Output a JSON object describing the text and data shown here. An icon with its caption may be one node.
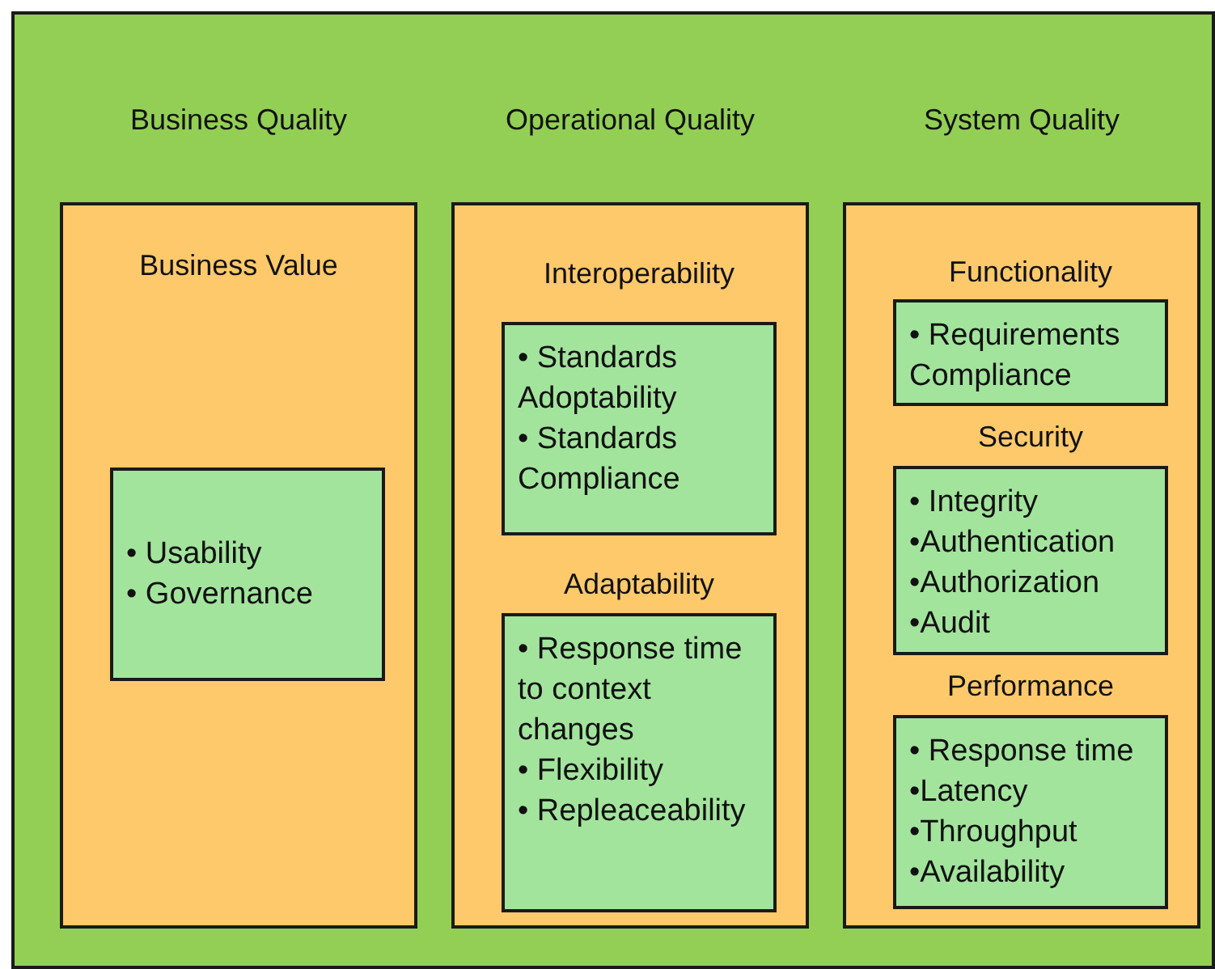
{
  "diagram": {
    "nodes": [
      {
        "text": [],
        "shape": "box"
      },
      {
        "text": [
          "Business Quality",
          "Business Value"
        ],
        "in": 0
      },
      {
        "text": [
          "• Usability",
          "• Governance"
        ],
        "in": 1
      },
      {
        "text": [
          "Operational Quality"
        ],
        "in": 0
      },
      {
        "text": [
          "Interoperability",
          "• Standards Adoptability",
          "• Standards Compliance"
        ],
        "in": 3
      },
      {
        "text": [
          "Adaptability",
          "• Response time to context changes",
          "• Flexibility",
          "• Repleaceability"
        ],
        "in": 3
      },
      {
        "text": [
          "System Quality"
        ],
        "in": 0
      },
      {
        "text": [
          "Functionality",
          "• Requirements Compliance"
        ],
        "in": 6
      },
      {
        "text": [
          "Security",
          "• Integrity",
          "•Authentication",
          "•Authorization",
          "•Audit"
        ],
        "in": 6
      },
      {
        "text": [
          "Performance",
          "• Response time",
          "•Latency",
          "•Throughput",
          "•Availability"
        ],
        "in": 6
      }
    ],
    "edges": []
  }
}
